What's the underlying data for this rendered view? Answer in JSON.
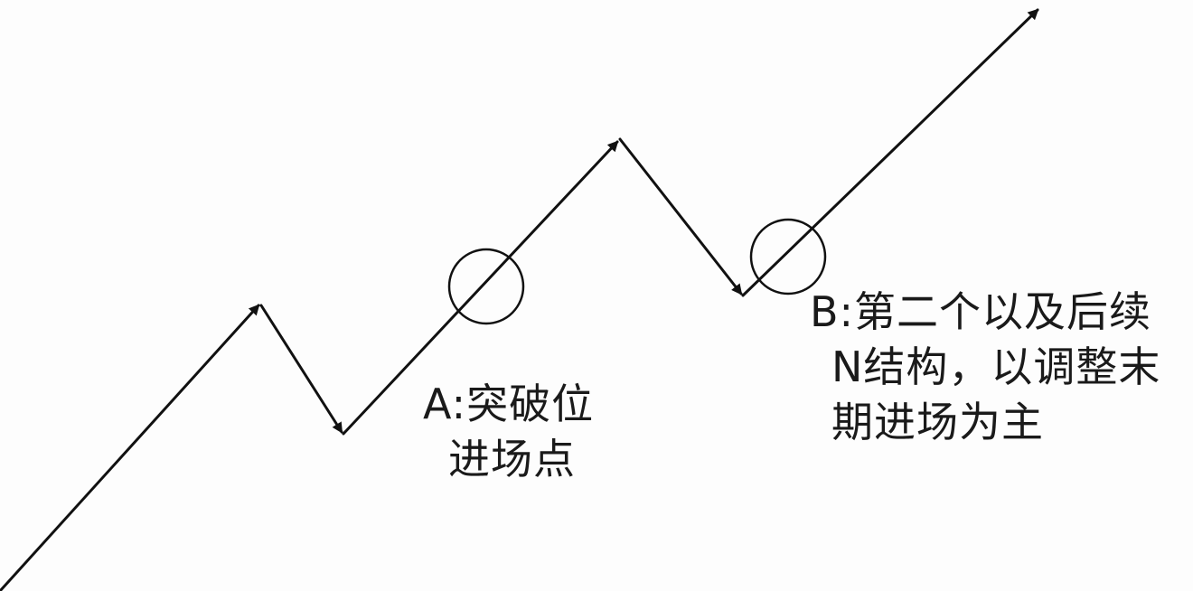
{
  "diagram": {
    "line_color": "#111111",
    "background": "#fdfdfd"
  },
  "labels": {
    "a": {
      "line1": "A:突破位",
      "line2": "进场点"
    },
    "b": {
      "line1": "B:第二个以及后续",
      "line2": "N结构，以调整末",
      "line3": "期进场为主"
    }
  }
}
